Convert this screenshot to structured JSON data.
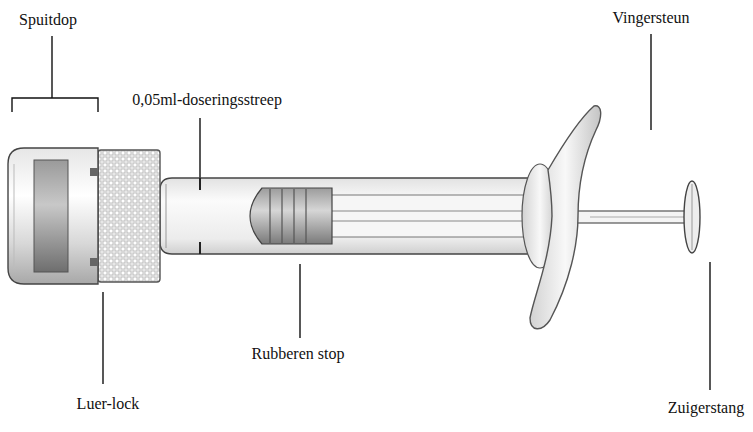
{
  "diagram": {
    "labels": [
      "Spuitdop",
      "0,05ml-doseringsstreep",
      "Vingersteun",
      "Rubberen stop",
      "Luer-lock",
      "Zuigerstang"
    ]
  }
}
